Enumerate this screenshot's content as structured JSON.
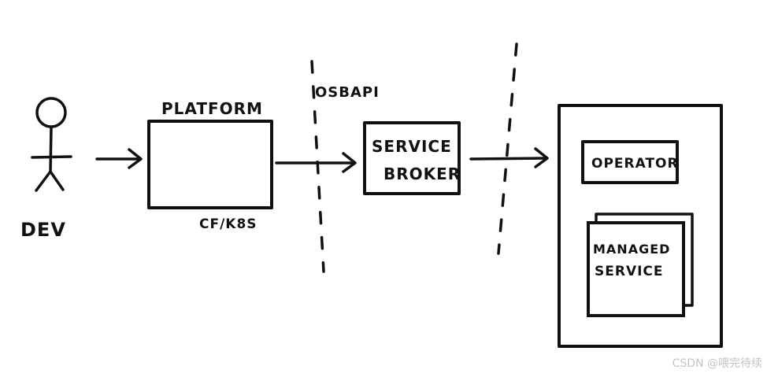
{
  "labels": {
    "dev": "DEV",
    "platform": "PLATFORM",
    "platform_sub": "CF/K8S",
    "osbapi": "OSBAPI",
    "broker_line1": "SERVICE",
    "broker_line2": "BROKER",
    "operator": "OPERATOR",
    "managed_line1": "MANAGED",
    "managed_line2": "SERVICE"
  },
  "watermark": "CSDN @喂完待续"
}
